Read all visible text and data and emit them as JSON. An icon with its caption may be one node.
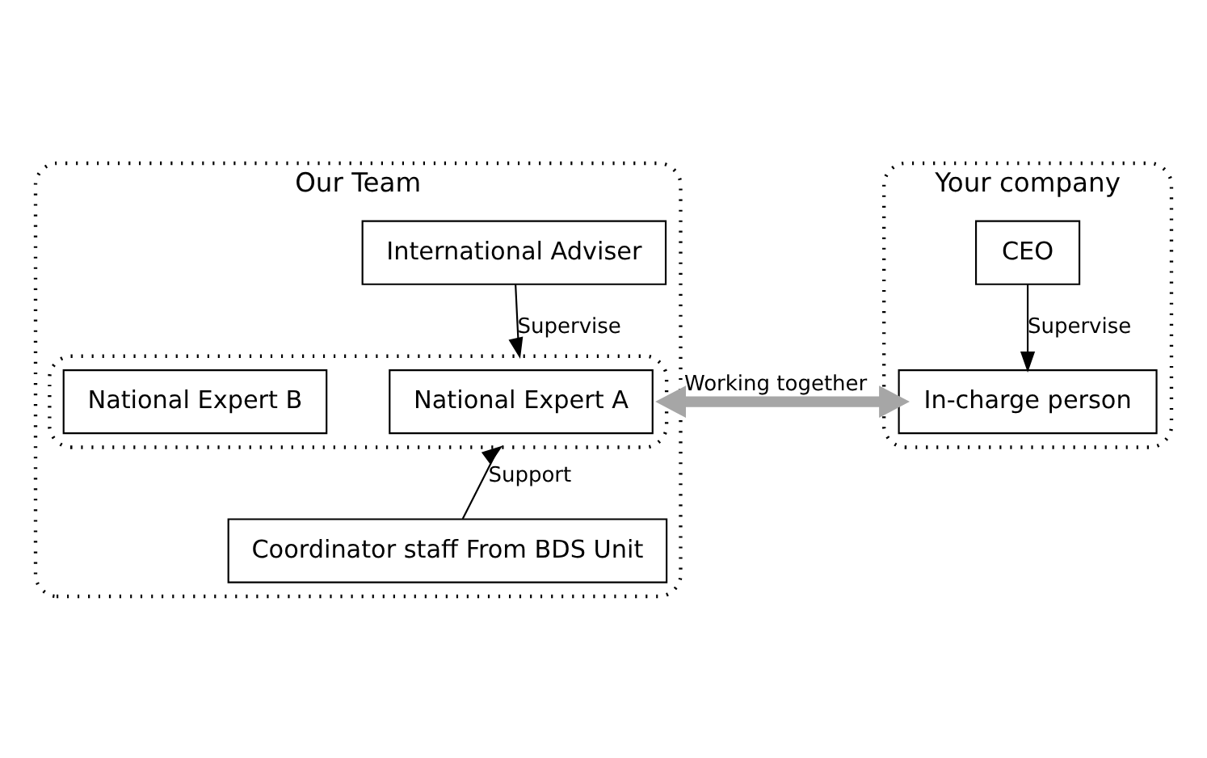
{
  "diagram": {
    "nodes": [
      {
        "text": [
          "Our Team"
        ]
      },
      {
        "text": [
          "International Adviser"
        ],
        "in": 0
      },
      {
        "text": [],
        "shape": "box",
        "in": 0
      },
      {
        "text": [
          "National Expert A"
        ],
        "in": 2
      },
      {
        "text": [
          "National Expert B"
        ],
        "in": 2
      },
      {
        "text": [
          "Coordinator staff From BDS Unit"
        ],
        "in": 0
      },
      {
        "text": [
          "Your company"
        ]
      },
      {
        "text": [
          "CEO"
        ],
        "in": 6
      },
      {
        "text": [
          "In-charge person"
        ],
        "in": 6
      }
    ],
    "edges": [
      {
        "from": 1,
        "to": 2,
        "arrow": "to",
        "label": "Supervise"
      },
      {
        "from": 5,
        "to": 2,
        "arrow": "to",
        "label": "Support"
      },
      {
        "from": 7,
        "to": 8,
        "arrow": "to",
        "label": "Supervise"
      },
      {
        "from": 2,
        "to": 8,
        "arrow": "both",
        "label": "Working together",
        "style": "thick",
        "color": "#a6a6a6"
      }
    ]
  }
}
